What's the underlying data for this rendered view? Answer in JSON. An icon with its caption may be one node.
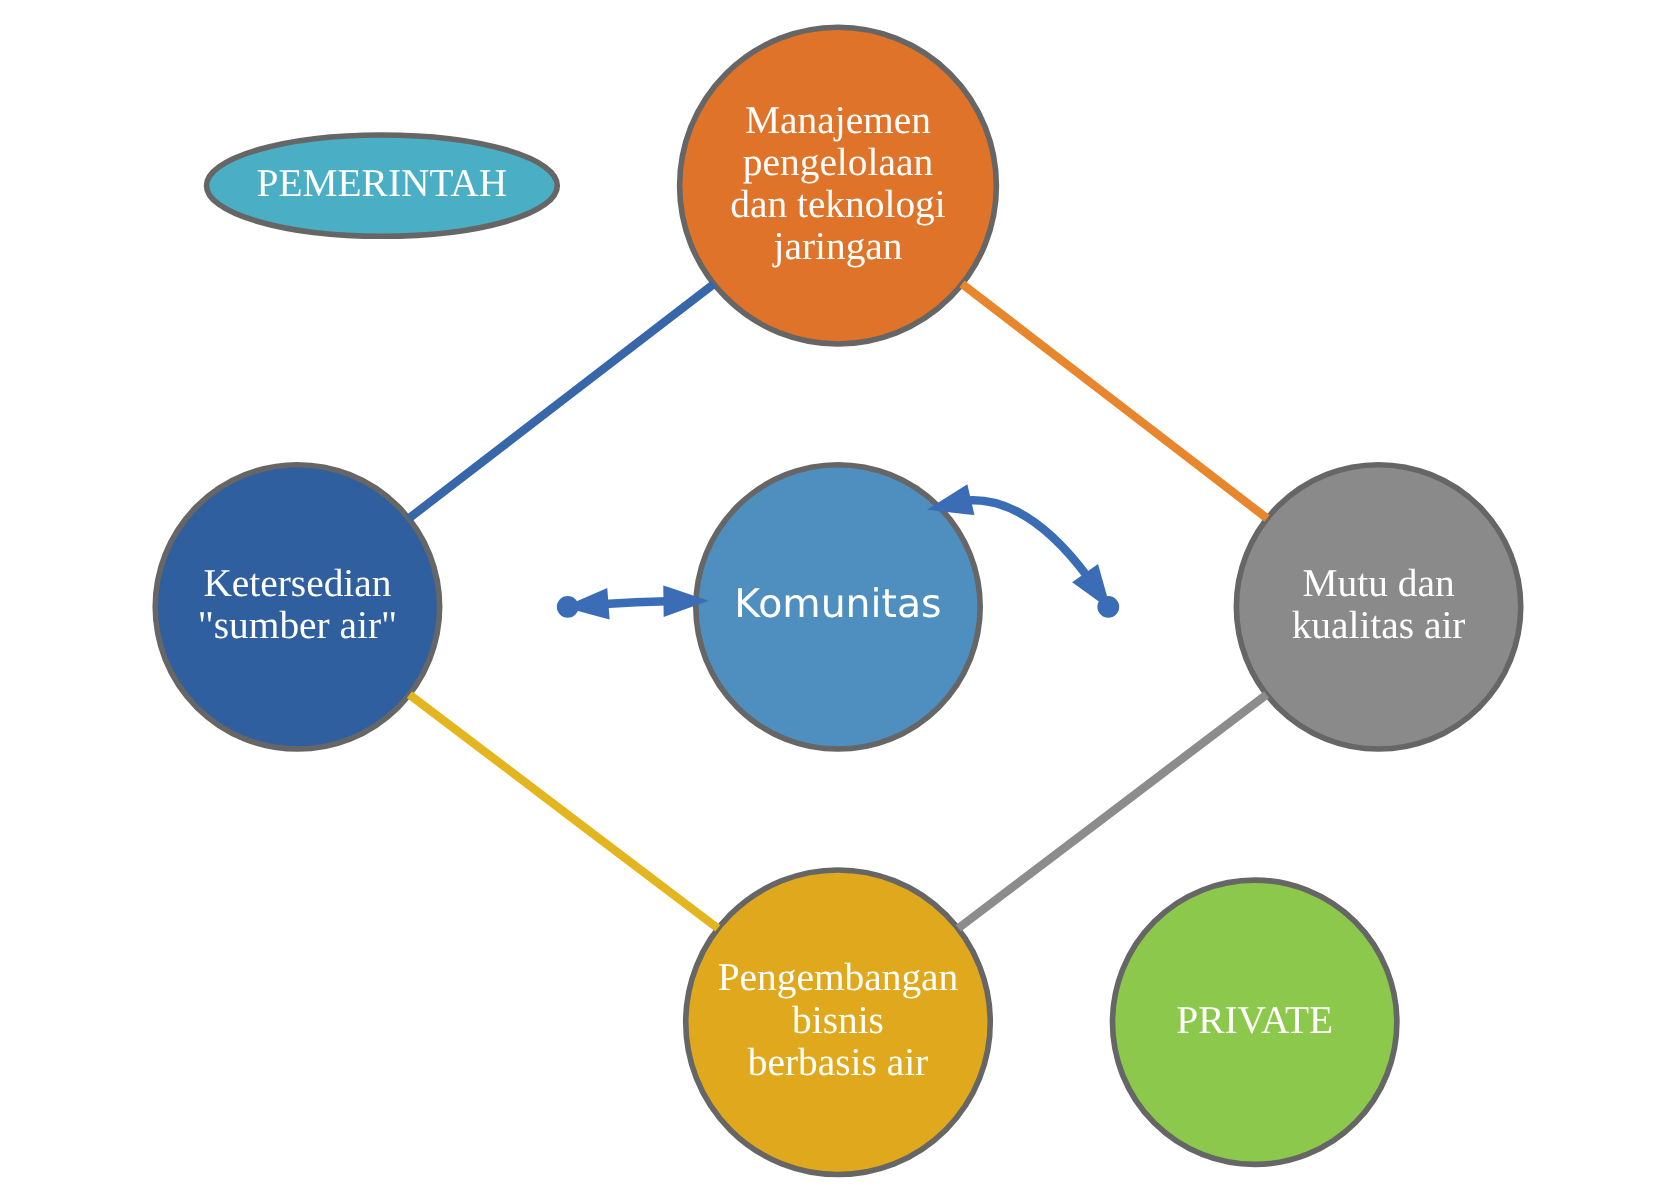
{
  "diagram": {
    "nodes": [
      {
        "text": [
          "PEMERINTAH"
        ]
      },
      {
        "text": [
          "Manajemen pengelolaan dan teknologi jaringan"
        ]
      },
      {
        "text": [
          "Ketersedian \"sumber air\""
        ]
      },
      {
        "text": [
          "Komunitas"
        ]
      },
      {
        "text": [
          "Mutu dan kualitas air"
        ]
      },
      {
        "text": [
          "Pengembangan bisnis berbasis air"
        ]
      },
      {
        "text": [
          "PRIVATE"
        ]
      }
    ],
    "edges": [
      {
        "from": 1,
        "to": 4,
        "arrow": "none",
        "color": "#e8862e"
      },
      {
        "from": 4,
        "to": 5,
        "arrow": "none",
        "color": "#8c8c8c"
      },
      {
        "from": 5,
        "to": 2,
        "arrow": "none",
        "color": "#e3b51e"
      },
      {
        "from": 2,
        "to": 1,
        "arrow": "none",
        "color": "#3767a8"
      },
      {
        "from": null,
        "to": 3,
        "arrow": "both"
      },
      {
        "from": 3,
        "to": null,
        "arrow": "both"
      }
    ]
  }
}
